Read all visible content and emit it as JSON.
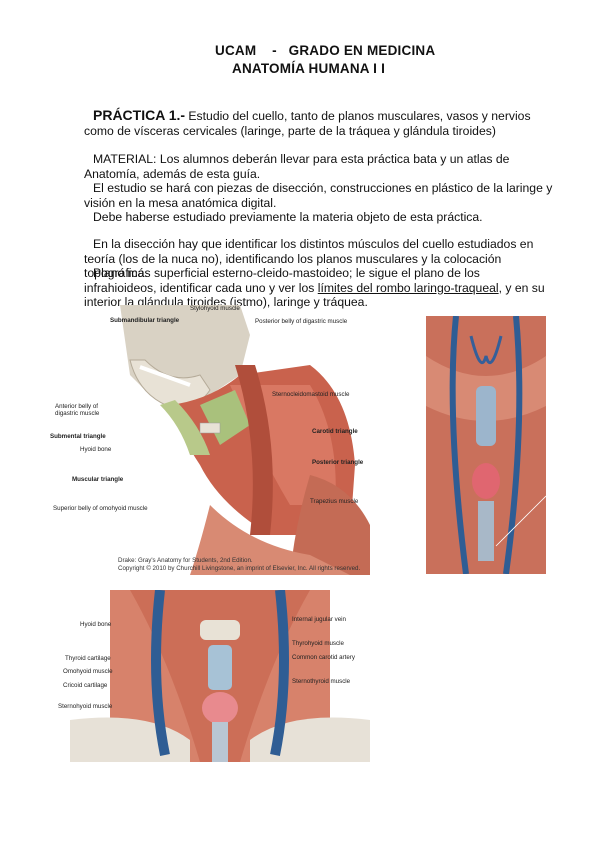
{
  "header": {
    "line1": "UCAM    -   GRADO EN MEDICINA",
    "line2": "ANATOMÍA HUMANA I I"
  },
  "paragraphs": {
    "p1_title": "PRÁCTICA 1.-",
    "p1_text": " Estudio del cuello, tanto de planos musculares, vasos y nervios como de vísceras cervicales (laringe, parte de la tráquea y glándula tiroides)",
    "p2": "MATERIAL: Los alumnos deberán llevar para esta práctica bata y un atlas de Anatomía, además de esta guía.",
    "p3": "El estudio se hará con piezas de disección, construcciones en plástico de la laringe y visión en la mesa anatómica digital.",
    "p4": "Debe haberse estudiado previamente la materia objeto de esta práctica.",
    "p5": "En la disección hay que identificar los distintos músculos del cuello estudiados en teoría (los de la nuca no), identificando los planos musculares y la colocación topográfica.",
    "p6_a": "Plano más superficial esterno-cleido-mastoideo; le sigue el plano de los infrahioideos, identificar cada uno y ver los ",
    "p6_link": "límites del rombo laringo-traqueal",
    "p6_b": ", y en su interior la glándula tiroides (istmo), laringe y tráquea."
  },
  "figure1": {
    "labels": {
      "stylohyoid": "Stylohyoid muscle",
      "submandibular": "Submandibular triangle",
      "posterior_digastric": "Posterior belly of digastric muscle",
      "anterior_digastric_1": "Anterior belly of",
      "anterior_digastric_2": "digastric muscle",
      "scm": "Sternocleidomastoid muscle",
      "submental": "Submental triangle",
      "hyoid": "Hyoid bone",
      "carotid": "Carotid triangle",
      "posterior_triangle": "Posterior triangle",
      "muscular": "Muscular triangle",
      "trapezius": "Trapezius muscle",
      "omohyoid": "Superior belly of omohyoid muscle"
    },
    "caption_1": "Drake: Gray's Anatomy for Students, 2nd Edition.",
    "caption_2": "Copyright © 2010 by Churchill Livingstone, an imprint of Elsevier, Inc. All rights reserved."
  },
  "figure3": {
    "labels": {
      "hyoid": "Hyoid bone",
      "ijv": "Internal jugular vein",
      "thyrohyoid": "Thyrohyoid muscle",
      "carotid": "Common carotid artery",
      "thyroid_cart": "Thyroid cartilage",
      "omohyoid": "Omohyoid muscle",
      "sternothyroid": "Sternothyroid muscle",
      "cricoid": "Cricoid cartilage",
      "sternohyoid": "Sternohyoid muscle"
    }
  }
}
